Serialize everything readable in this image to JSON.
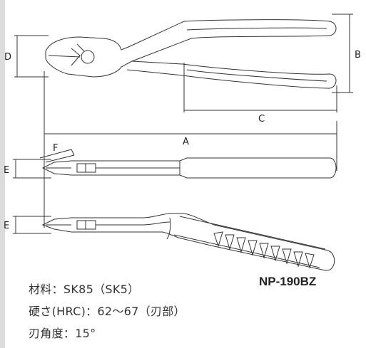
{
  "dimension_labels": {
    "a": "A",
    "b": "B",
    "c": "C",
    "d": "D",
    "e_top": "E",
    "e_bottom": "E",
    "f": "F"
  },
  "model": "NP-190BZ",
  "specs": {
    "material": "材料：SK85（SK5）",
    "hardness": "硬さ(HRC)：62～67（刃部）",
    "blade_angle": "刃角度：15°"
  }
}
